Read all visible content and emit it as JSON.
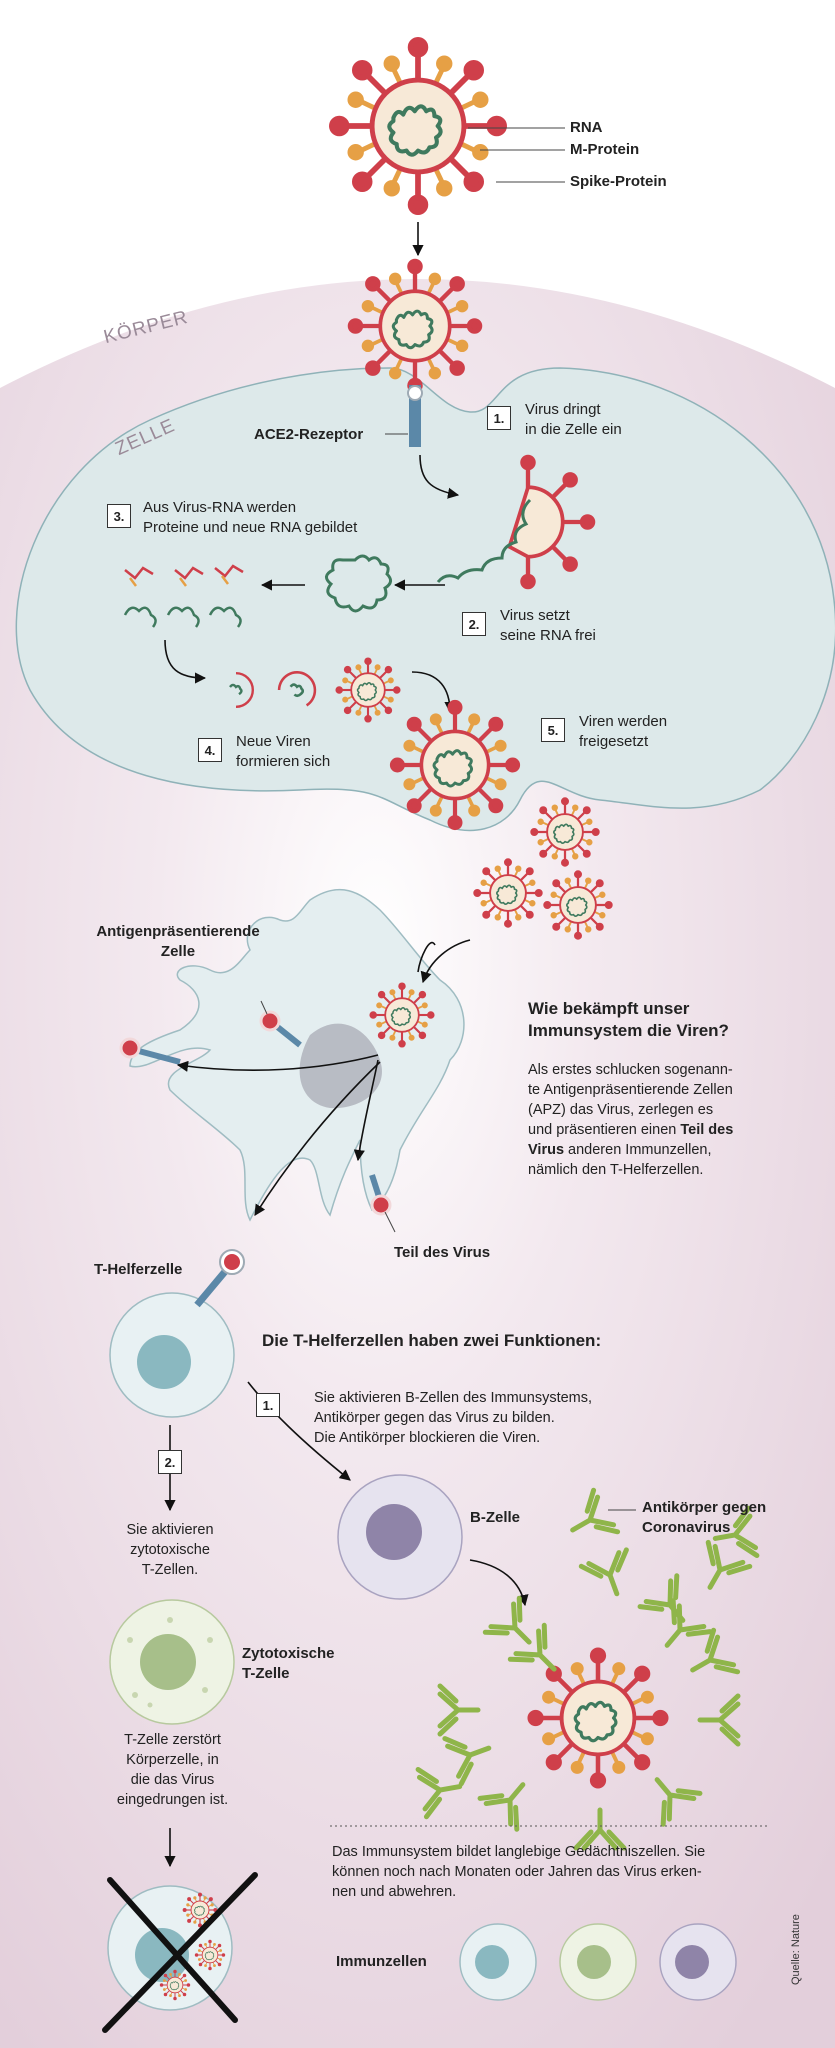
{
  "virus_labels": {
    "rna": "RNA",
    "m_protein": "M-Protein",
    "spike_protein": "Spike-Protein"
  },
  "areas": {
    "body": "KÖRPER",
    "cell": "ZELLE"
  },
  "receptor": "ACE2-Rezeptor",
  "steps": [
    {
      "num": "1.",
      "text": "Virus dringt\nin die Zelle ein"
    },
    {
      "num": "2.",
      "text": "Virus setzt\nseine RNA frei"
    },
    {
      "num": "3.",
      "text": "Aus Virus-RNA werden\nProteine und neue RNA gebildet"
    },
    {
      "num": "4.",
      "text": "Neue Viren\nformieren sich"
    },
    {
      "num": "5.",
      "text": "Viren werden\nfreigesetzt"
    }
  ],
  "apc": {
    "label": "Antigenpräsentierende\nZelle",
    "virus_part": "Teil des Virus"
  },
  "immune_question": {
    "title": "Wie bekämpft unser\nImmunsystem die Viren?",
    "body_part1": "Als erstes schlucken sogenann-\nte Antigenpräsentierende Zellen\n(APZ) das Virus, zerlegen es\nund präsentieren einen ",
    "body_bold": "Teil des\nVirus",
    "body_part2": " anderen Immunzellen,\nnämlich den T-Helferzellen."
  },
  "t_helper": {
    "label": "T-Helferzelle",
    "title": "Die T-Helferzellen haben zwei Funktionen:",
    "function1_num": "1.",
    "function1": "Sie aktivieren B-Zellen des Immunsystems,\nAntikörper gegen das Virus zu bilden.\nDie Antikörper blockieren die Viren.",
    "function2_num": "2.",
    "function2": "Sie aktivieren\nzytotoxische\nT-Zellen."
  },
  "b_cell": {
    "label": "B-Zelle",
    "antibody_label": "Antikörper gegen\nCoronavirus"
  },
  "cytotoxic": {
    "label": "Zytotoxische\nT-Zelle",
    "text": "T-Zelle zerstört\nKörperzelle, in\ndie das Virus\neingedrungen ist."
  },
  "memory": {
    "text": "Das Immunsystem bildet langlebige Gedächtniszellen. Sie\nkönnen noch nach Monaten oder Jahren das Virus erken-\nnen und abwehren.",
    "label": "Immunzellen"
  },
  "source": "Quelle: Nature",
  "colors": {
    "body_bg": "#ead9e3",
    "cell_fill": "#dde9ea",
    "virus_red": "#cf3f4a",
    "virus_orange": "#e6a045",
    "virus_core": "#f7e9d7",
    "rna_green": "#3f7a5e",
    "antibody_green": "#8fb54a",
    "t_helper": "#8ab8c0",
    "b_cell": "#8f84a8",
    "cytotoxic": "#a7bf8a"
  }
}
